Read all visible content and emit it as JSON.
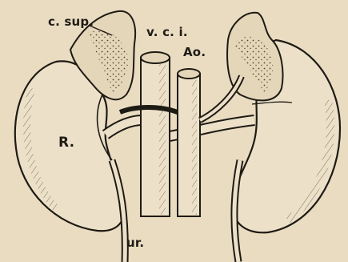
{
  "figure": {
    "labels": {
      "suprarenal": "c. sup.",
      "vena_cava": "v. c. i.",
      "aorta": "Ao.",
      "right_kidney": "R.",
      "ureter": "ur."
    }
  }
}
